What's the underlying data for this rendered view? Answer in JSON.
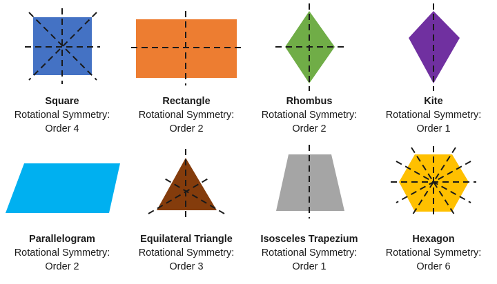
{
  "subtitle_label": "Rotational Symmetry:",
  "shapes": [
    {
      "id": "square",
      "name": "Square",
      "order_text": "Order 4",
      "order": 4,
      "color": "#4472C4"
    },
    {
      "id": "rectangle",
      "name": "Rectangle",
      "order_text": "Order 2",
      "order": 2,
      "color": "#ED7D31"
    },
    {
      "id": "rhombus",
      "name": "Rhombus",
      "order_text": "Order 2",
      "order": 2,
      "color": "#70AD47"
    },
    {
      "id": "kite",
      "name": "Kite",
      "order_text": "Order 1",
      "order": 1,
      "color": "#7030A0"
    },
    {
      "id": "parallelogram",
      "name": "Parallelogram",
      "order_text": "Order 2",
      "order": 2,
      "color": "#00B0F0"
    },
    {
      "id": "equilateral-triangle",
      "name": "Equilateral Triangle",
      "order_text": "Order 3",
      "order": 3,
      "color": "#843C0C"
    },
    {
      "id": "isosceles-trapezium",
      "name": "Isosceles Trapezium",
      "order_text": "Order 1",
      "order": 1,
      "color": "#A5A5A5"
    },
    {
      "id": "hexagon",
      "name": "Hexagon",
      "order_text": "Order 6",
      "order": 6,
      "color": "#FFC000"
    }
  ],
  "line_color": "#1a1a1a"
}
